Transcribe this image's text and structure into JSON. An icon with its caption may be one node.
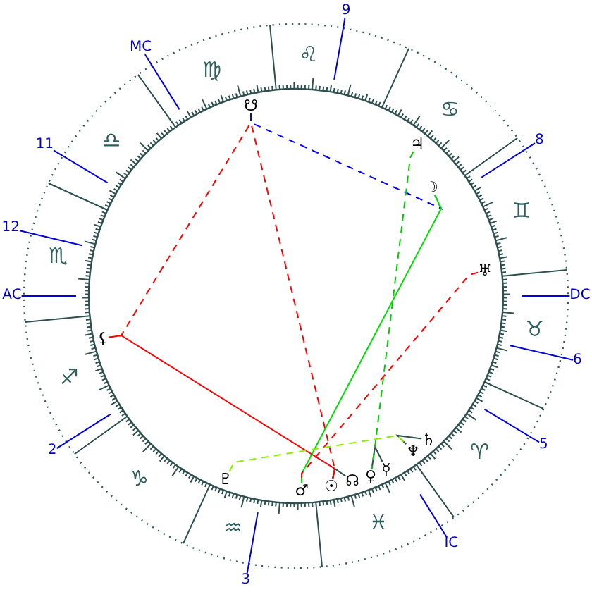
{
  "diagram": {
    "nodes": [
      {
        "text": [
          "☋"
        ]
      },
      {
        "text": [
          "♃"
        ]
      },
      {
        "text": [
          "☽"
        ]
      },
      {
        "text": [
          "♅"
        ]
      },
      {
        "text": [
          "⚸"
        ]
      },
      {
        "text": [
          "♄"
        ]
      },
      {
        "text": [
          "♆"
        ]
      },
      {
        "text": [
          "☿"
        ]
      },
      {
        "text": [
          "♀"
        ]
      },
      {
        "text": [
          "♇"
        ]
      },
      {
        "text": [
          "☊"
        ]
      },
      {
        "text": [
          "☉"
        ]
      },
      {
        "text": [
          "♂"
        ]
      },
      {
        "text": [
          "9"
        ]
      },
      {
        "text": [
          "MC"
        ]
      },
      {
        "text": [
          "8"
        ]
      },
      {
        "text": [
          "11"
        ]
      },
      {
        "text": [
          "12"
        ]
      },
      {
        "text": [
          "DC"
        ]
      },
      {
        "text": [
          "AC"
        ]
      },
      {
        "text": [
          "6"
        ]
      },
      {
        "text": [
          "5"
        ]
      },
      {
        "text": [
          "2"
        ]
      },
      {
        "text": [
          "IC"
        ]
      },
      {
        "text": [
          "3"
        ]
      }
    ],
    "edges": [
      {
        "from": 0,
        "to": 4,
        "arrow": "none",
        "style": "dashed",
        "color": "#ff0000"
      },
      {
        "from": 0,
        "to": 11,
        "arrow": "none",
        "style": "dashed",
        "color": "#ff0000"
      },
      {
        "from": 0,
        "to": 2,
        "arrow": "none",
        "style": "dashed",
        "color": "#0000ff"
      },
      {
        "from": 4,
        "to": 11,
        "arrow": "none",
        "color": "#ff0000"
      },
      {
        "from": 2,
        "to": 12,
        "arrow": "none",
        "color": "#00dd00"
      },
      {
        "from": 1,
        "to": 8,
        "arrow": "none",
        "style": "dashed",
        "color": "#00cc00"
      },
      {
        "from": 3,
        "to": 12,
        "arrow": "none",
        "style": "dashed",
        "color": "#ff0000"
      },
      {
        "from": 9,
        "to": 6,
        "arrow": "none",
        "style": "dashed",
        "color": "#88ee00"
      },
      {
        "from": 5,
        "to": 6,
        "arrow": "none",
        "color": "#2f4f4f"
      },
      {
        "from": 7,
        "to": 8,
        "arrow": "none",
        "color": "#2f4f4f"
      },
      {
        "from": 10,
        "to": 11,
        "arrow": "none",
        "color": "#2f4f4f"
      },
      {
        "from": 13,
        "to": null,
        "arrow": "none",
        "color": "#0000dd"
      },
      {
        "from": 14,
        "to": null,
        "arrow": "none",
        "color": "#0000dd"
      },
      {
        "from": 15,
        "to": null,
        "arrow": "none",
        "color": "#0000dd"
      },
      {
        "from": 16,
        "to": null,
        "arrow": "none",
        "color": "#0000dd"
      },
      {
        "from": 17,
        "to": null,
        "arrow": "none",
        "color": "#0000dd"
      },
      {
        "from": 18,
        "to": null,
        "arrow": "none",
        "color": "#0000dd"
      },
      {
        "from": 19,
        "to": null,
        "arrow": "none",
        "color": "#0000dd"
      },
      {
        "from": 20,
        "to": null,
        "arrow": "none",
        "color": "#0000dd"
      },
      {
        "from": 21,
        "to": null,
        "arrow": "none",
        "color": "#0000dd"
      },
      {
        "from": 22,
        "to": null,
        "arrow": "none",
        "color": "#0000dd"
      },
      {
        "from": 23,
        "to": null,
        "arrow": "none",
        "color": "#0000dd"
      },
      {
        "from": 24,
        "to": null,
        "arrow": "none",
        "color": "#0000dd"
      }
    ],
    "labels": [
      "♌",
      "♍",
      "♋",
      "♎",
      "♊",
      "♏",
      "♉",
      "♐",
      "♈",
      "♑",
      "♒",
      "♓"
    ]
  }
}
